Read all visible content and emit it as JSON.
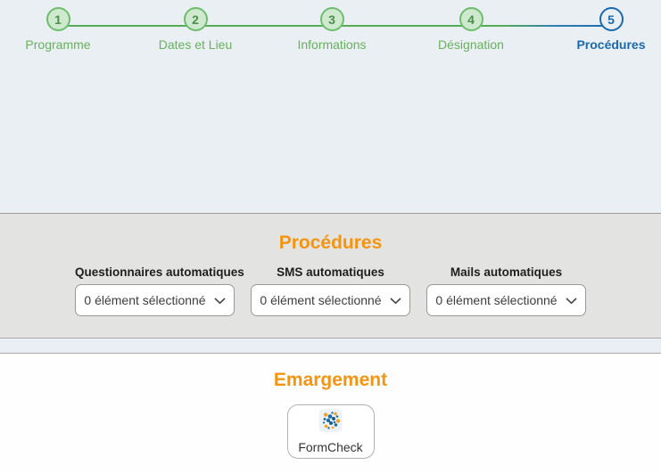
{
  "stepper": {
    "steps": [
      {
        "number": "1",
        "label": "Programme"
      },
      {
        "number": "2",
        "label": "Dates et Lieu"
      },
      {
        "number": "3",
        "label": "Informations"
      },
      {
        "number": "4",
        "label": "Désignation"
      },
      {
        "number": "5",
        "label": "Procédures"
      }
    ]
  },
  "procedures": {
    "title": "Procédures",
    "fields": [
      {
        "label": "Questionnaires automatiques",
        "value": "0 élément sélectionné"
      },
      {
        "label": "SMS automatiques",
        "value": "0 élément sélectionné"
      },
      {
        "label": "Mails automatiques",
        "value": "0 élément sélectionné"
      }
    ]
  },
  "emargement": {
    "title": "Emargement",
    "card_label": "FormCheck"
  },
  "colors": {
    "accent_orange": "#f39512",
    "step_done_green": "#56ab56",
    "step_current_blue": "#1a69ad"
  }
}
